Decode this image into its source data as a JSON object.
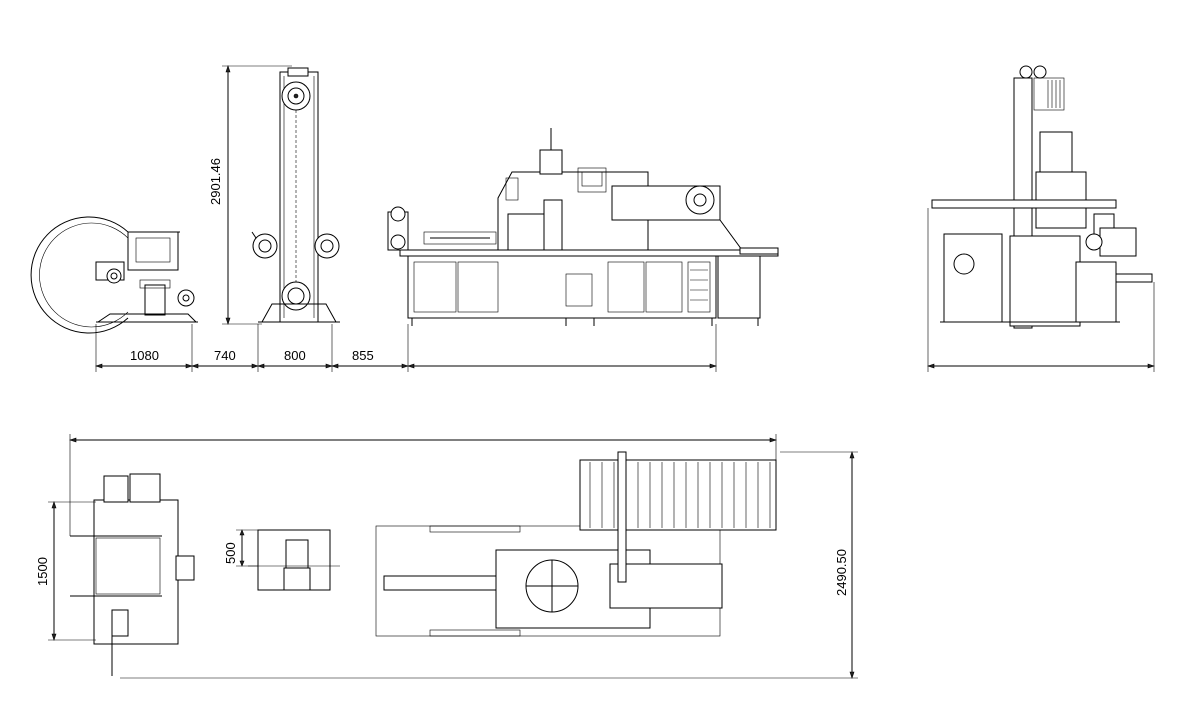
{
  "drawing": {
    "dimensions": {
      "unwinder_width": "1080",
      "gap_to_tower": "740",
      "tower_width": "800",
      "gap_to_machine": "855",
      "tower_height": "2901.46",
      "plan_depth_left": "1500",
      "plan_depth_small": "500",
      "plan_depth_total": "2490.50"
    }
  }
}
